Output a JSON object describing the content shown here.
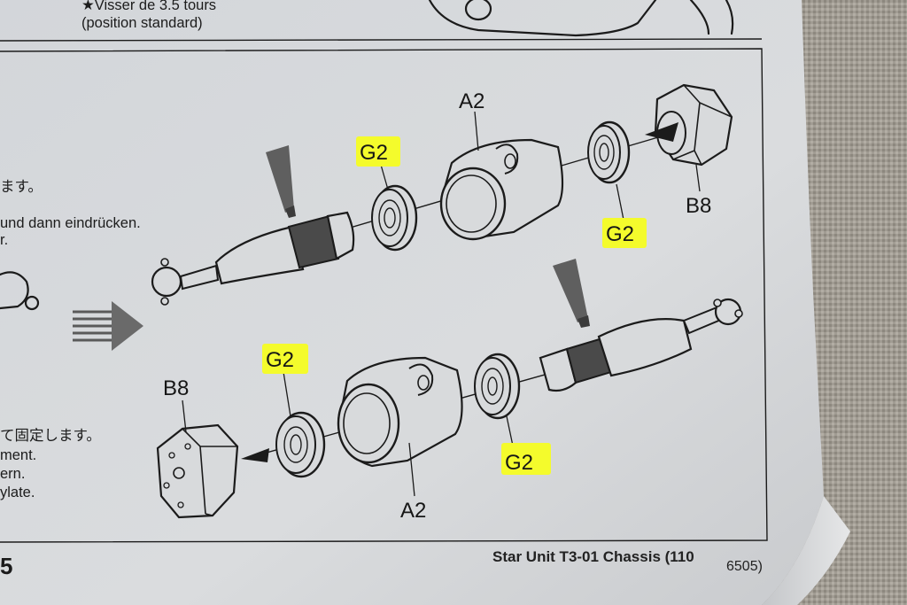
{
  "top_text": {
    "line1": "★Visser de 3.5 tours",
    "line2": "(position standard)"
  },
  "side_text": {
    "jp_top": "ます。",
    "de_line": "und dann eindrücken.",
    "r_line": "r.",
    "jp_bottom": "て固定します。",
    "ment_line": "ment.",
    "ern_line": "ern.",
    "ylate_line": "ylate."
  },
  "labels": {
    "a2_top": "A2",
    "g2_top_left": "G2",
    "g2_top_right": "G2",
    "b8_top": "B8",
    "g2_bottom_left": "G2",
    "b8_bottom": "B8",
    "a2_bottom": "A2",
    "g2_bottom_right": "G2"
  },
  "footer": {
    "page_number": "5",
    "title": "Star Unit T3-01 Chassis (110",
    "code": "6505)"
  },
  "colors": {
    "paper": "#d7d9dc",
    "highlight": "#f4fb2c",
    "ink": "#1b1b1b",
    "background": "#8f8d88"
  }
}
